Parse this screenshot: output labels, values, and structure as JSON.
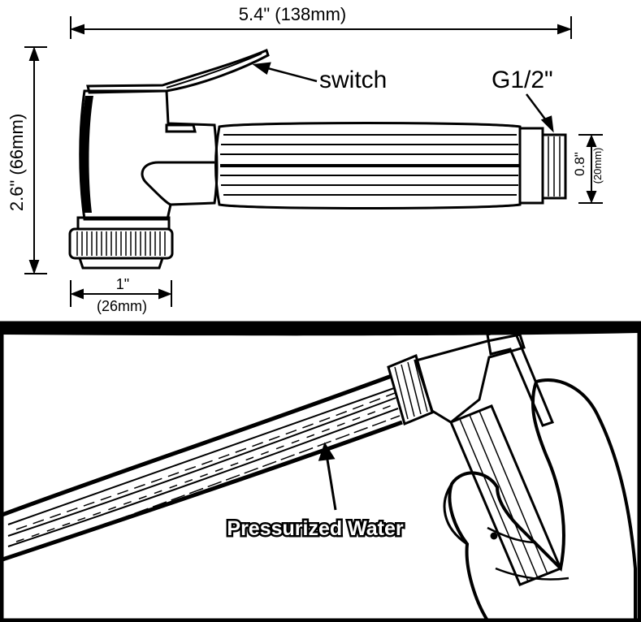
{
  "dimensions": {
    "length": "5.4\" (138mm)",
    "height": "2.6\" (66mm)",
    "nozzle_width_in": "1\"",
    "nozzle_width_mm": "(26mm)",
    "thread_diameter_in": "0.8\"",
    "thread_diameter_mm": "(20mm)"
  },
  "callouts": {
    "switch": "switch",
    "thread": "G1/2\"",
    "water": "Pressurized Water"
  },
  "colors": {
    "ink": "#000000",
    "paper": "#ffffff",
    "shade": "#cfcfcf"
  }
}
